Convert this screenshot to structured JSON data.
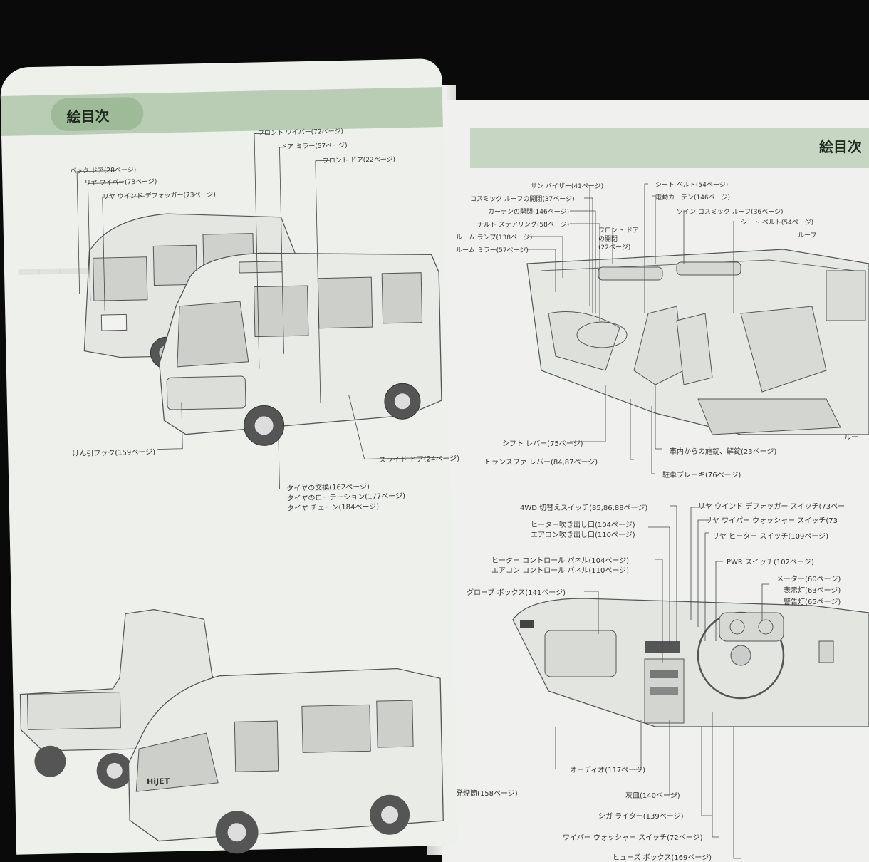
{
  "left_page": {
    "title": "絵目次",
    "van_labels": {
      "back_door": "バック ドア(28ページ)",
      "rear_wiper": "リヤ ワイパー(73ページ)",
      "rear_defogger": "リヤ ウインド デフォッガー(73ページ)",
      "front_wiper": "フロント ワイパー(72ページ)",
      "door_mirror": "ドア ミラー(57ページ)",
      "front_door": "フロント ドア(22ページ)",
      "tow_hook": "けん引フック(159ページ)",
      "slide_door": "スライド ドア(24ページ)",
      "tire_change": "タイヤの交換(162ページ)",
      "tire_rotation": "タイヤのローテーション(177ページ)",
      "tire_chain": "タイヤ チェーン(184ページ)"
    },
    "badge": "HiJET"
  },
  "right_page": {
    "title": "絵目次",
    "interior_labels": {
      "sun_visor": "サン バイザー(41ページ)",
      "cosmetic_roof": "コスミック ルーフの開閉(37ページ)",
      "curtain": "カーテンの開閉(146ページ)",
      "tilt_steering": "チルト ステアリング(58ページ)",
      "room_lamp": "ルーム ランプ(138ページ)",
      "room_mirror": "ルーム ミラー(57ページ)",
      "front_door_open": "フロント ドア",
      "front_door_open2": "の開閉",
      "front_door_open3": "(22ページ)",
      "seat_belt": "シート ベルト(54ページ)",
      "power_curtain": "電動カーテン(146ページ)",
      "twin_roof": "ツイン コスミック ルーフ(36ページ)",
      "seat_belt2": "シート ベルト(54ページ)",
      "roof_partial": "ルーフ",
      "shift_lever": "シフト レバー(75ページ)",
      "transfer_lever": "トランスファ レバー(84,87ページ)",
      "lock_unlock": "車内からの施錠、解錠(23ページ)",
      "parking_brake": "駐車ブレーキ(76ページ)",
      "edge_ru": "ルー"
    },
    "dash_labels": {
      "wd_switch": "4WD 切替えスイッチ(85,86,88ページ)",
      "heater_outlet": "ヒーター吹き出し口(104ページ)",
      "ac_outlet": "エアコン吹き出し口(110ページ)",
      "heater_panel": "ヒーター コントロール パネル(104ページ)",
      "ac_panel": "エアコン コントロール パネル(110ページ)",
      "glove_box": "グローブ ボックス(141ページ)",
      "rear_defog_switch": "リヤ ウインド デフォッガー スイッチ(73ペー",
      "rear_washer_switch": "リヤ ワイパー ウォッシャー スイッチ(73",
      "rear_heater_switch": "リヤ ヒーター スイッチ(109ページ)",
      "pwr_switch": "PWR スイッチ(102ページ)",
      "meter": "メーター(60ページ)",
      "indicator": "表示灯(63ページ)",
      "warning": "警告灯(65ページ)",
      "audio": "オーディオ(117ページ)",
      "flare": "発煙筒(158ページ)",
      "ashtray": "灰皿(140ページ)",
      "cigar": "シガ ライター(139ページ)",
      "wiper_switch": "ワイパー ウォッシャー スイッチ(72ページ)",
      "fuse_box": "ヒューズ ボックス(169ページ)"
    }
  }
}
